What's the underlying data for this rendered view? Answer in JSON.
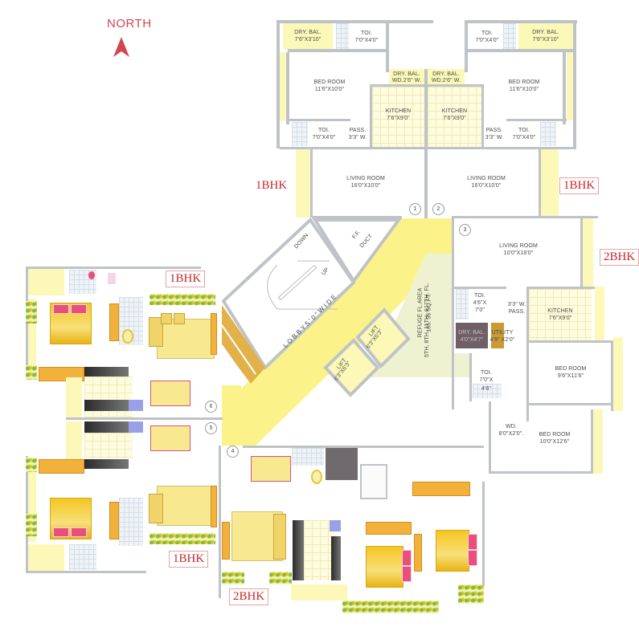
{
  "compass": {
    "label": "NORTH",
    "color": "#d0474e"
  },
  "colors": {
    "wall": "#bfc3c7",
    "balcony": "#fbf8b8",
    "lobby": "#fbf38a",
    "unit_tag": "#c8262b",
    "stair_fill": "#e3b14a",
    "dry_bal_dark": "#6f6068",
    "utility": "#c99a35"
  },
  "unit_tags": {
    "top_left": "1BHK",
    "top_right": "1BHK",
    "right": "2BHK",
    "left_upper": "1BHK",
    "left_lower": "1BHK",
    "bottom": "2BHK"
  },
  "flat_numbers": [
    "1",
    "2",
    "3",
    "4",
    "5",
    "6"
  ],
  "flat1": {
    "dry_bal": {
      "name": "DRY. BAL.",
      "size": "7'6\"X3'10\""
    },
    "toi_top": {
      "name": "TOI.",
      "size": "7'0\"X4'0\""
    },
    "bedroom": {
      "name": "BED ROOM",
      "size": "11'6\"X10'0\""
    },
    "dry_bal_wd": {
      "name": "DRY. BAL.",
      "size": "WD.2'6\" W."
    },
    "kitchen": {
      "name": "KITCHEN",
      "size": "7'6\"X9'0\""
    },
    "toi_bottom": {
      "name": "TOI.",
      "size": "7'0\"X4'0\""
    },
    "pass": {
      "name": "PASS.",
      "size": "3'3\" W."
    },
    "living": {
      "name": "LIVING ROOM",
      "size": "16'0\"X10'0\""
    }
  },
  "flat2": {
    "toi_top": {
      "name": "TOI.",
      "size": "7'0\"X4'0\""
    },
    "dry_bal": {
      "name": "DRY. BAL.",
      "size": "7'6\"X3'10\""
    },
    "dry_bal_wd": {
      "name": "DRY. BAL.",
      "size": "WD.2'6\" W."
    },
    "kitchen": {
      "name": "KITCHEN",
      "size": "7'6\"X9'0\""
    },
    "bedroom": {
      "name": "BED ROOM",
      "size": "11'6\"X10'0\""
    },
    "pass": {
      "name": "PASS.",
      "size": "3'3\" W."
    },
    "toi_bottom": {
      "name": "TOI.",
      "size": "7'0\"X4'0\""
    },
    "living": {
      "name": "LIVING ROOM",
      "size": "16'0\"X10'0\""
    }
  },
  "flat3": {
    "living": {
      "name": "LIVING ROOM",
      "size": "10'0\"X18'0\""
    },
    "toi_top": {
      "name": "TOI.",
      "size_a": "4'6\"X",
      "size_b": "7'0\""
    },
    "pass": {
      "size": "3'3\" W.",
      "name": "PASS."
    },
    "kitchen": {
      "name": "KITCHEN",
      "size": "7'6\"X9'0\""
    },
    "dry_bal": {
      "name": "DRY. BAL.",
      "size": "4'0\"X4'7\""
    },
    "utility": {
      "name": "UTILITY",
      "size": "4'9\" X2'0\""
    },
    "toi_bottom": {
      "name": "TOI.",
      "size_a": "7'0\"X",
      "size_b": "4'6\""
    },
    "bedroom1": {
      "name": "BED ROOM",
      "size": "9'6\"X11'6\""
    },
    "wd": {
      "name": "WD.",
      "size": "8'0\"X2'0\"."
    },
    "bedroom2": {
      "name": "BED ROOM",
      "size": "10'0\"X12'6\""
    }
  },
  "core": {
    "stair_down": "DOWN",
    "stair_up": "UP",
    "duct": {
      "line1": "F.F.",
      "line2": "DUCT"
    },
    "lobby": "L O B B Y  5 ' 0 \"  W I D E .",
    "lift1": {
      "name": "LIFT",
      "size": "6'3\"X6'3\""
    },
    "lift2": {
      "name": "LIFT",
      "size": "6'3\"X6'3\""
    },
    "refuge": {
      "line1": "REFUGE FL.AREA",
      "line2": "5TH, 8TH, 11TH, &17TH. FL.",
      "line3": "165. 55 SQ.FT."
    }
  }
}
